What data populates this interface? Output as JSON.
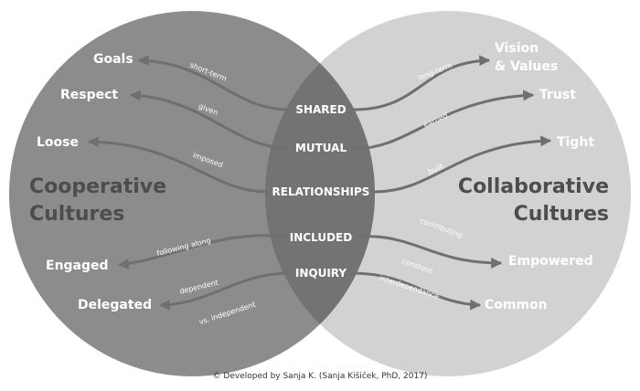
{
  "colors": {
    "left_circle": "#8c8c8c",
    "right_circle": "#d2d2d2",
    "overlap": "#737373",
    "arrow": "#6f6f6f",
    "left_title": "#4d4d4d",
    "right_title": "#4d4d4d",
    "text": "#ffffff"
  },
  "left": {
    "title_line1": "Cooperative",
    "title_line2": "Cultures",
    "items": [
      "Goals",
      "Respect",
      "Loose",
      "Engaged",
      "Delegated"
    ]
  },
  "right": {
    "title_line1": "Collaborative",
    "title_line2": "Cultures",
    "items": [
      "Vision",
      "& Values",
      "Trust",
      "Tight",
      "Empowered",
      "Common"
    ]
  },
  "center": {
    "words": [
      "SHARED",
      "MUTUAL",
      "RELATIONSHIPS",
      "INCLUDED",
      "INQUIRY"
    ]
  },
  "edges_left": [
    "short-term",
    "given",
    "imposed",
    "following along",
    "dependent",
    "vs. independent"
  ],
  "edges_right": [
    "long-term",
    "earned",
    "built",
    "contributing",
    "constant",
    "interdependance"
  ],
  "credit": "© Developed by Sanja K. (Sanja Kišiček, PhD, 2017)"
}
